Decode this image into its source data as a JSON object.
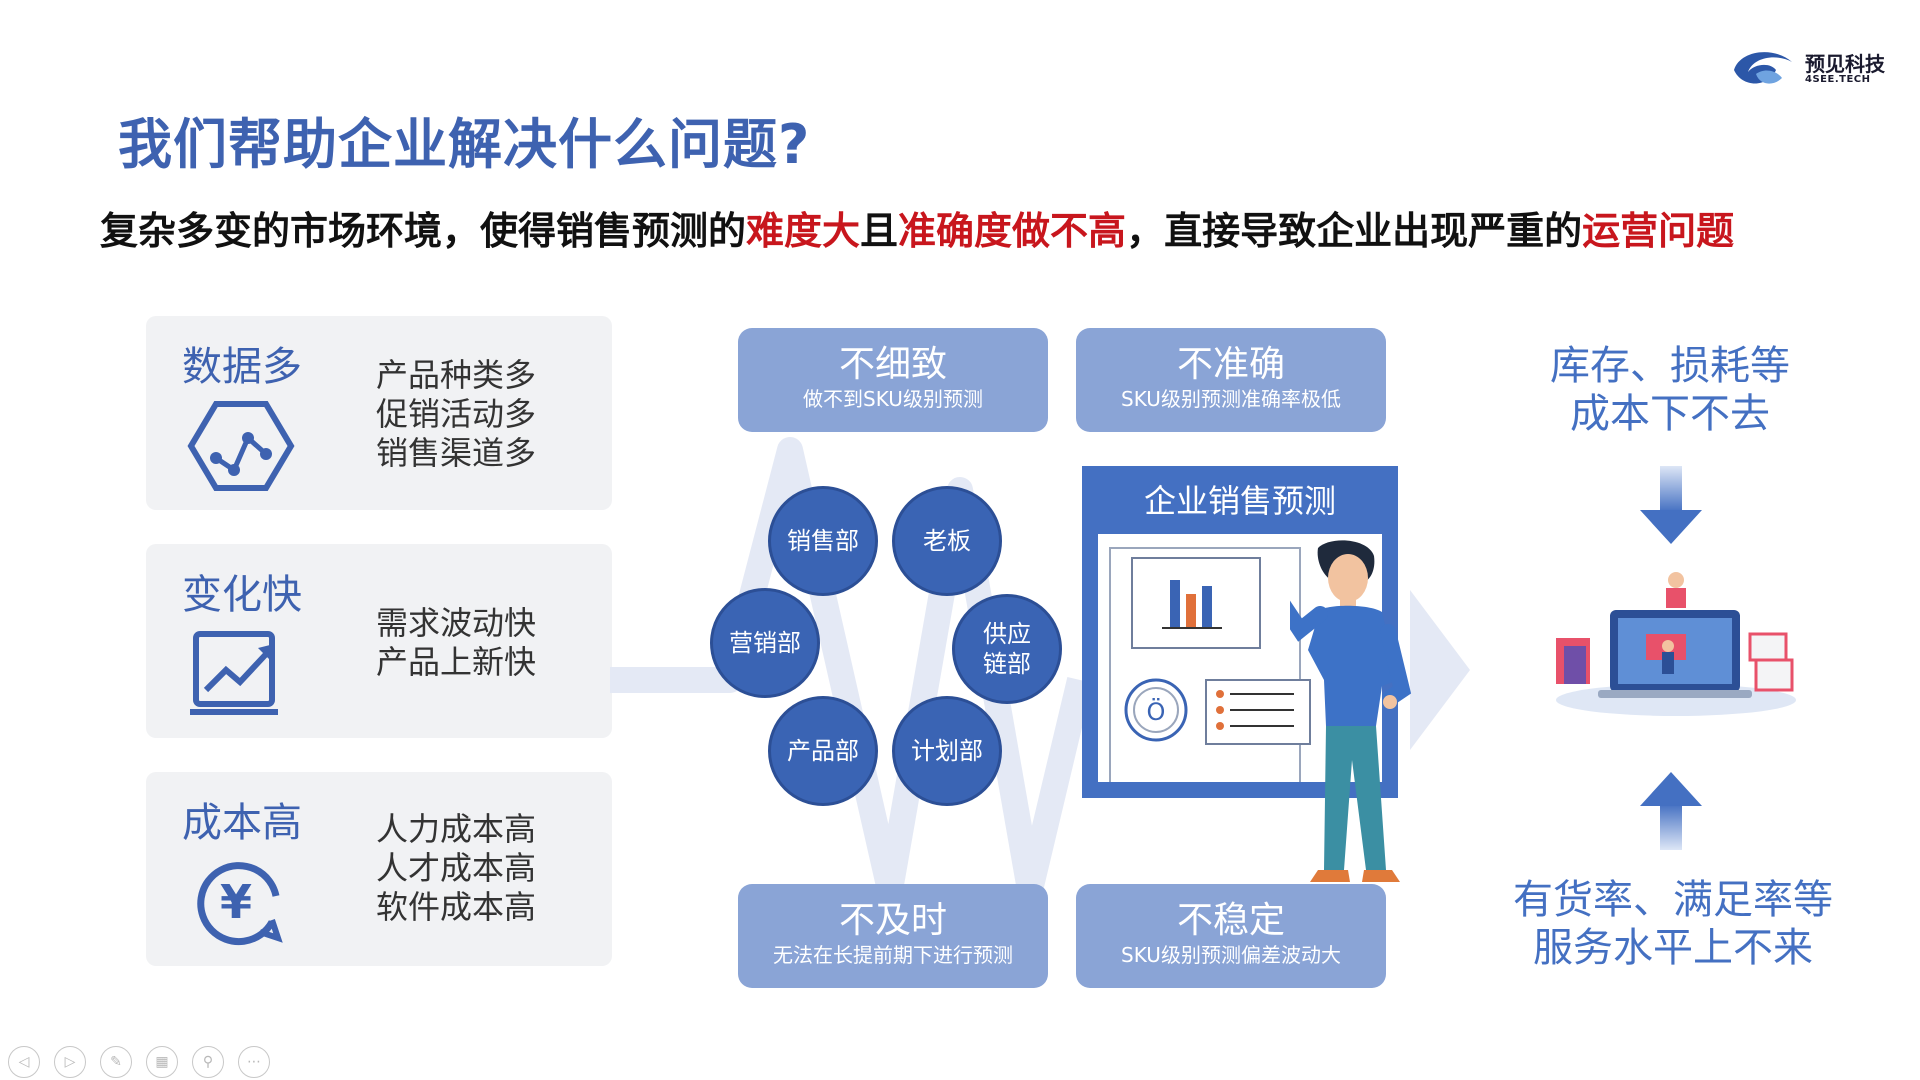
{
  "logo": {
    "name": "预见科技",
    "sub": "4SEE.TECH"
  },
  "title": "我们帮助企业解决什么问题?",
  "subtitle": {
    "p1": "复杂多变的市场环境，使得销售预测的",
    "r1": "难度大",
    "p2": "且",
    "r2": "准确度做不高",
    "p3": "，直接导致企业出现严重的",
    "r3": "运营问题"
  },
  "left_cards": [
    {
      "head": "数据多",
      "icon": "network-hexagon-icon",
      "lines": [
        "产品种类多",
        "促销活动多",
        "销售渠道多"
      ]
    },
    {
      "head": "变化快",
      "icon": "trend-chart-icon",
      "lines": [
        "需求波动快",
        "产品上新快"
      ]
    },
    {
      "head": "成本高",
      "icon": "yen-coin-icon",
      "lines": [
        "人力成本高",
        "人才成本高",
        "软件成本高"
      ]
    }
  ],
  "tags": {
    "top_left": {
      "big": "不细致",
      "small": "做不到SKU级别预测"
    },
    "top_right": {
      "big": "不准确",
      "small": "SKU级别预测准确率极低"
    },
    "bottom_left": {
      "big": "不及时",
      "small": "无法在长提前期下进行预测"
    },
    "bottom_right": {
      "big": "不稳定",
      "small": "SKU级别预测偏差波动大"
    }
  },
  "departments": {
    "sales": "销售部",
    "boss": "老板",
    "marketing": "营销部",
    "supply_1": "供应",
    "supply_2": "链部",
    "product": "产品部",
    "planning": "计划部"
  },
  "board_title": "企业销售预测",
  "right": {
    "top_1": "库存、损耗等",
    "top_2": "成本下不去",
    "bottom_1": "有货率、满足率等",
    "bottom_2": "服务水平上不来"
  },
  "colors": {
    "primary": "#3e62b0",
    "accent_red": "#c8161d",
    "tag_bg": "#8aa4d6",
    "circle_bg": "#3a64b4",
    "card_bg": "#f1f2f4"
  }
}
